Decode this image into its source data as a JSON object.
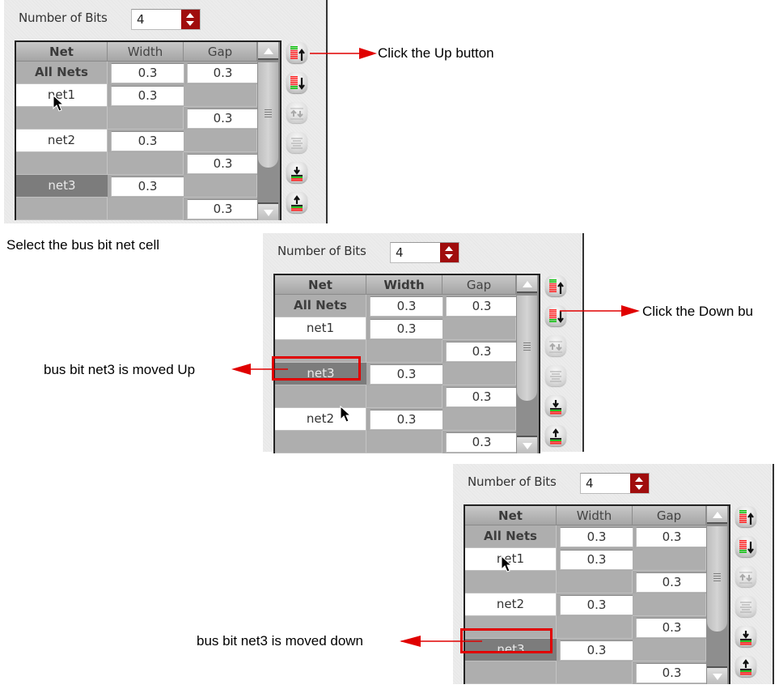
{
  "colors": {
    "annotation_red": "#e00000",
    "spinner_red": "#a00d0d",
    "selected_cell": "#7c7c7c"
  },
  "panel_common": {
    "number_of_bits_label": "Number of Bits",
    "number_of_bits_value": "4",
    "columns": [
      "Net",
      "Width",
      "Gap"
    ],
    "side_buttons": [
      {
        "name": "move-up-button",
        "icon": "list-move-up-icon",
        "enabled": true
      },
      {
        "name": "move-down-button",
        "icon": "list-move-down-icon",
        "enabled": true
      },
      {
        "name": "swap-button",
        "icon": "swap-up-down-icon",
        "enabled": false
      },
      {
        "name": "align-button",
        "icon": "align-lines-icon",
        "enabled": false
      },
      {
        "name": "insert-below-button",
        "icon": "insert-below-icon",
        "enabled": true
      },
      {
        "name": "insert-above-button",
        "icon": "insert-above-icon",
        "enabled": true
      }
    ]
  },
  "panels": [
    {
      "step": "before",
      "all_nets": {
        "label": "All Nets",
        "width": "0.3",
        "gap": "0.3"
      },
      "rows": [
        {
          "kind": "net",
          "net": "net1",
          "width": "0.3",
          "selected": false
        },
        {
          "kind": "gap",
          "gap": "0.3"
        },
        {
          "kind": "net",
          "net": "net2",
          "width": "0.3",
          "selected": false
        },
        {
          "kind": "gap",
          "gap": "0.3"
        },
        {
          "kind": "net",
          "net": "net3",
          "width": "0.3",
          "selected": true
        },
        {
          "kind": "gap",
          "gap": "0.3"
        }
      ]
    },
    {
      "step": "moved-up",
      "all_nets": {
        "label": "All Nets",
        "width": "0.3",
        "gap": "0.3"
      },
      "rows": [
        {
          "kind": "net",
          "net": "net1",
          "width": "0.3",
          "selected": false
        },
        {
          "kind": "gap",
          "gap": "0.3"
        },
        {
          "kind": "net",
          "net": "net3",
          "width": "0.3",
          "selected": true
        },
        {
          "kind": "gap",
          "gap": "0.3"
        },
        {
          "kind": "net",
          "net": "net2",
          "width": "0.3",
          "selected": false
        },
        {
          "kind": "gap",
          "gap": "0.3"
        }
      ]
    },
    {
      "step": "moved-down",
      "all_nets": {
        "label": "All Nets",
        "width": "0.3",
        "gap": "0.3"
      },
      "rows": [
        {
          "kind": "net",
          "net": "net1",
          "width": "0.3",
          "selected": false
        },
        {
          "kind": "gap",
          "gap": "0.3"
        },
        {
          "kind": "net",
          "net": "net2",
          "width": "0.3",
          "selected": false
        },
        {
          "kind": "gap",
          "gap": "0.3"
        },
        {
          "kind": "net",
          "net": "net3",
          "width": "0.3",
          "selected": true
        },
        {
          "kind": "gap",
          "gap": "0.3"
        }
      ]
    }
  ],
  "captions": {
    "click_up": "Click the Up button",
    "select_cell": "Select the bus bit net cell",
    "click_down": "Click the Down bu",
    "moved_up": "bus bit net3 is moved Up",
    "moved_down": "bus bit net3 is moved down"
  }
}
